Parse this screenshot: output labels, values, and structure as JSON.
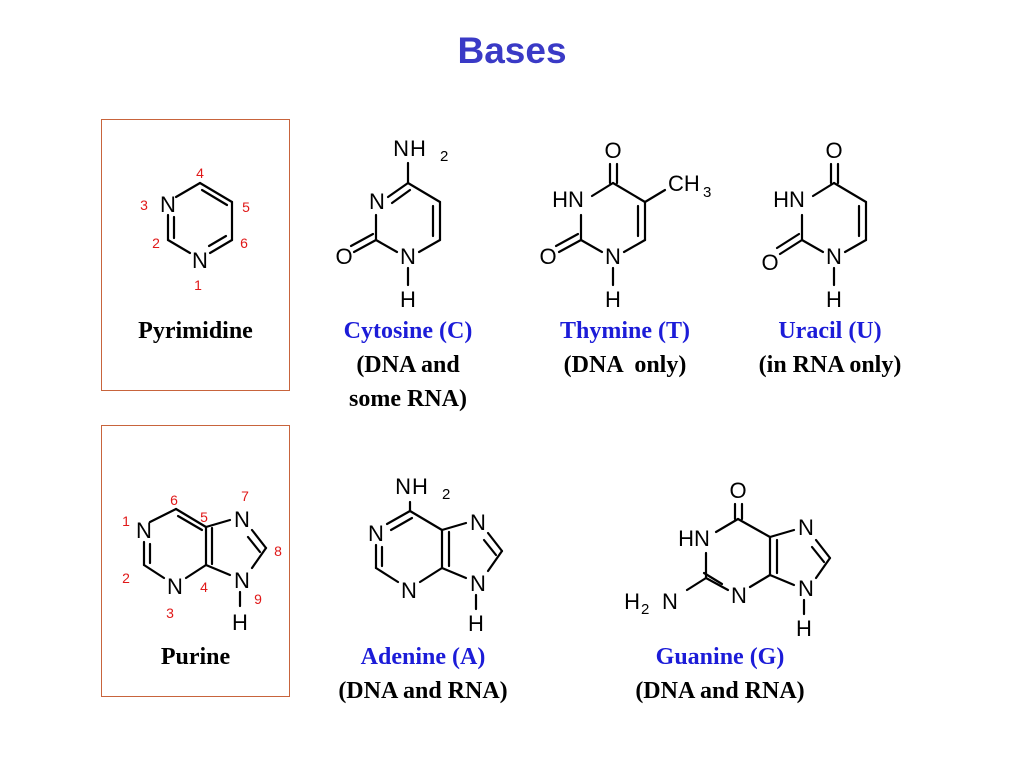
{
  "title": "Bases",
  "colors": {
    "title": "#3a3ac6",
    "name": "#1c1cd8",
    "number": "#e01818",
    "box": "#c8643c",
    "ink": "#000000"
  },
  "pyrimidine": {
    "name": "Pyrimidine",
    "atoms": {
      "n3": "N",
      "n1": "N"
    },
    "numbers": {
      "n1": "1",
      "n2": "2",
      "n3": "3",
      "n4": "4",
      "n5": "5",
      "n6": "6"
    }
  },
  "cytosine": {
    "name": "Cytosine (C)",
    "note_line1": "(DNA and",
    "note_line2": "some RNA)",
    "atoms": {
      "nh2_n": "N",
      "nh2_h": "H",
      "nh2_sub": "2",
      "n3": "N",
      "o": "O",
      "n1": "N",
      "h": "H"
    }
  },
  "thymine": {
    "name": "Thymine (T)",
    "note": "(DNA  only)",
    "atoms": {
      "o4": "O",
      "ch3": "CH",
      "ch3_sub": "3",
      "hn": "HN",
      "o2": "O",
      "n1": "N",
      "h": "H"
    }
  },
  "uracil": {
    "name": "Uracil (U)",
    "note": "(in RNA only)",
    "atoms": {
      "o4": "O",
      "hn": "HN",
      "o2": "O",
      "n1": "N",
      "h": "H"
    }
  },
  "purine": {
    "name": "Purine",
    "atoms": {
      "n1": "N",
      "n3": "N",
      "n7": "N",
      "n9": "N",
      "h": "H"
    },
    "numbers": {
      "n1": "1",
      "n2": "2",
      "n3": "3",
      "n4": "4",
      "n5": "5",
      "n6": "6",
      "n7": "7",
      "n8": "8",
      "n9": "9"
    }
  },
  "adenine": {
    "name": "Adenine (A)",
    "note": "(DNA and RNA)",
    "atoms": {
      "nh2_n": "N",
      "nh2_h": "H",
      "nh2_sub": "2",
      "n1": "N",
      "n3": "N",
      "n7": "N",
      "n9": "N",
      "h": "H"
    }
  },
  "guanine": {
    "name": "Guanine (G)",
    "note": "(DNA and RNA)",
    "atoms": {
      "o": "O",
      "hn": "HN",
      "h2n_h": "H",
      "h2n_sub": "2",
      "h2n_n": "N",
      "n3": "N",
      "n7": "N",
      "n9": "N",
      "h": "H"
    }
  }
}
